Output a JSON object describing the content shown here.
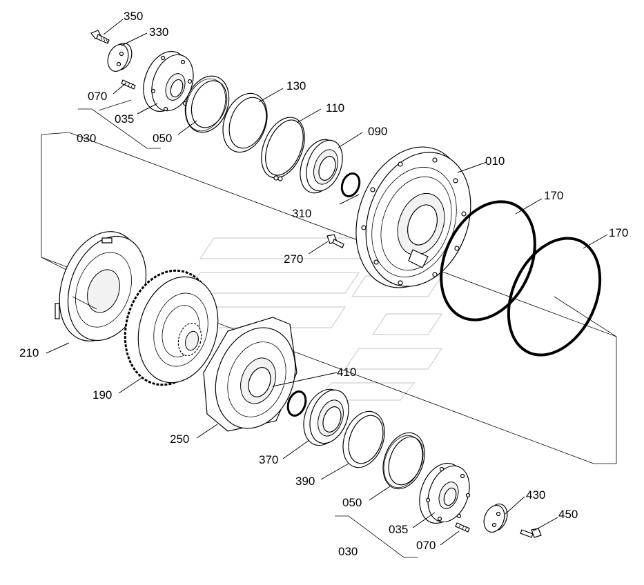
{
  "labels": {
    "p350": "350",
    "p330": "330",
    "p070_top": "070",
    "p035_top": "035",
    "p030_top": "030",
    "p050_top": "050",
    "p130": "130",
    "p110": "110",
    "p090": "090",
    "p010": "010",
    "p310": "310",
    "p170_a": "170",
    "p170_b": "170",
    "p270": "270",
    "p210": "210",
    "p190": "190",
    "p410": "410",
    "p250": "250",
    "p370": "370",
    "p390": "390",
    "p050_bottom": "050",
    "p430": "430",
    "p450": "450",
    "p035_bottom": "035",
    "p030_bottom": "030",
    "p070_bottom": "070"
  },
  "colors": {
    "line": "#000000",
    "watermark": "#cfcfcf",
    "background": "#ffffff"
  }
}
